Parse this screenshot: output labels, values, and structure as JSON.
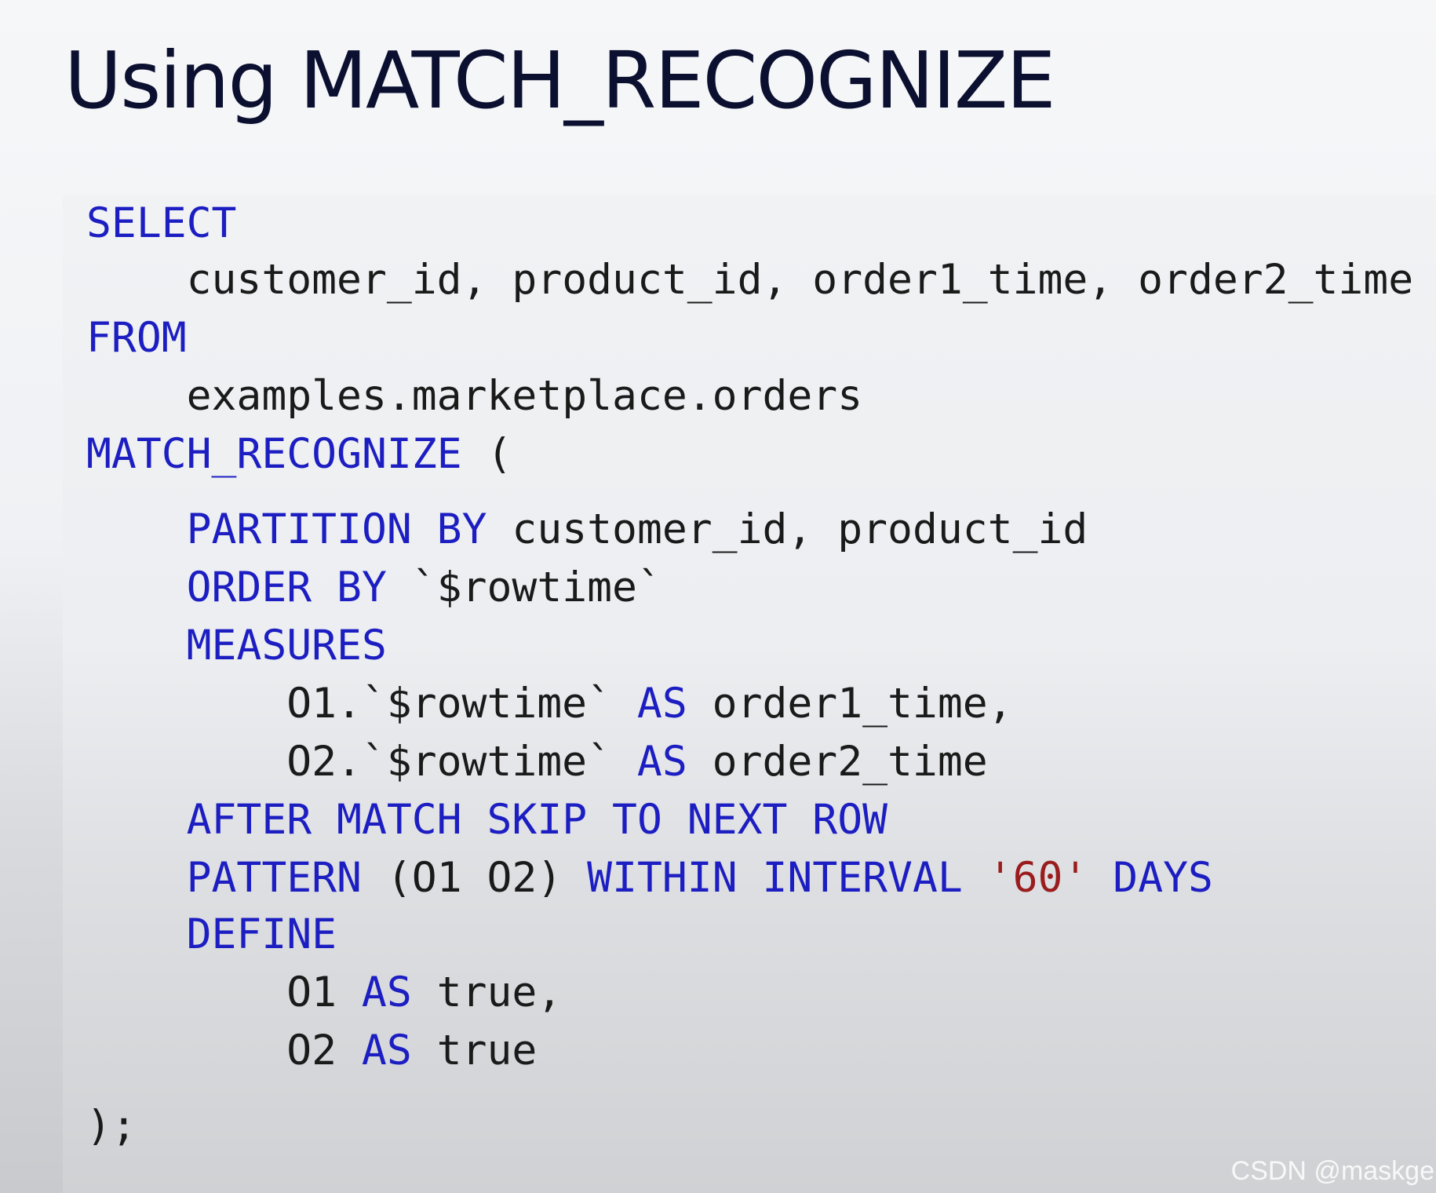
{
  "slide": {
    "title": "Using MATCH_RECOGNIZE"
  },
  "code": {
    "lines": [
      {
        "indent": 0,
        "tokens": [
          {
            "t": "SELECT",
            "c": "kw"
          }
        ]
      },
      {
        "indent": 4,
        "tokens": [
          {
            "t": "customer_id, product_id, order1_time, order2_time",
            "c": ""
          }
        ]
      },
      {
        "indent": 0,
        "tokens": [
          {
            "t": "FROM",
            "c": "kw"
          }
        ]
      },
      {
        "indent": 4,
        "tokens": [
          {
            "t": "examples.marketplace.orders",
            "c": ""
          }
        ]
      },
      {
        "indent": 0,
        "tokens": [
          {
            "t": "MATCH_RECOGNIZE",
            "c": "kw"
          },
          {
            "t": " (",
            "c": ""
          }
        ]
      },
      {
        "indent": 4,
        "tokens": [
          {
            "t": "PARTITION BY",
            "c": "kw"
          },
          {
            "t": " customer_id, product_id",
            "c": ""
          }
        ]
      },
      {
        "indent": 4,
        "tokens": [
          {
            "t": "ORDER BY",
            "c": "kw"
          },
          {
            "t": " `$rowtime`",
            "c": ""
          }
        ]
      },
      {
        "indent": 4,
        "tokens": [
          {
            "t": "MEASURES",
            "c": "kw"
          }
        ]
      },
      {
        "indent": 8,
        "tokens": [
          {
            "t": "O1.`$rowtime` ",
            "c": ""
          },
          {
            "t": "AS",
            "c": "kw"
          },
          {
            "t": " order1_time,",
            "c": ""
          }
        ]
      },
      {
        "indent": 8,
        "tokens": [
          {
            "t": "O2.`$rowtime` ",
            "c": ""
          },
          {
            "t": "AS",
            "c": "kw"
          },
          {
            "t": " order2_time",
            "c": ""
          }
        ]
      },
      {
        "indent": 4,
        "tokens": [
          {
            "t": "AFTER MATCH SKIP TO NEXT ROW",
            "c": "kw"
          }
        ]
      },
      {
        "indent": 4,
        "tokens": [
          {
            "t": "PATTERN",
            "c": "kw"
          },
          {
            "t": " (O1 O2) ",
            "c": ""
          },
          {
            "t": "WITHIN INTERVAL",
            "c": "kw"
          },
          {
            "t": " ",
            "c": ""
          },
          {
            "t": "'60'",
            "c": "str"
          },
          {
            "t": " ",
            "c": ""
          },
          {
            "t": "DAYS",
            "c": "kw"
          }
        ]
      },
      {
        "indent": 4,
        "tokens": [
          {
            "t": "DEFINE",
            "c": "kw"
          }
        ]
      },
      {
        "indent": 8,
        "tokens": [
          {
            "t": "O1 ",
            "c": ""
          },
          {
            "t": "AS",
            "c": "kw"
          },
          {
            "t": " true,",
            "c": ""
          }
        ]
      },
      {
        "indent": 8,
        "tokens": [
          {
            "t": "O2 ",
            "c": ""
          },
          {
            "t": "AS",
            "c": "kw"
          },
          {
            "t": " true",
            "c": ""
          }
        ]
      },
      {
        "indent": 0,
        "tokens": [
          {
            "t": ");",
            "c": ""
          }
        ]
      }
    ]
  },
  "watermark": "CSDN @maskge",
  "colors": {
    "keyword": "#1c1ec2",
    "text": "#1a1a1a",
    "string": "#9a1d1d",
    "title": "#0c1030"
  }
}
